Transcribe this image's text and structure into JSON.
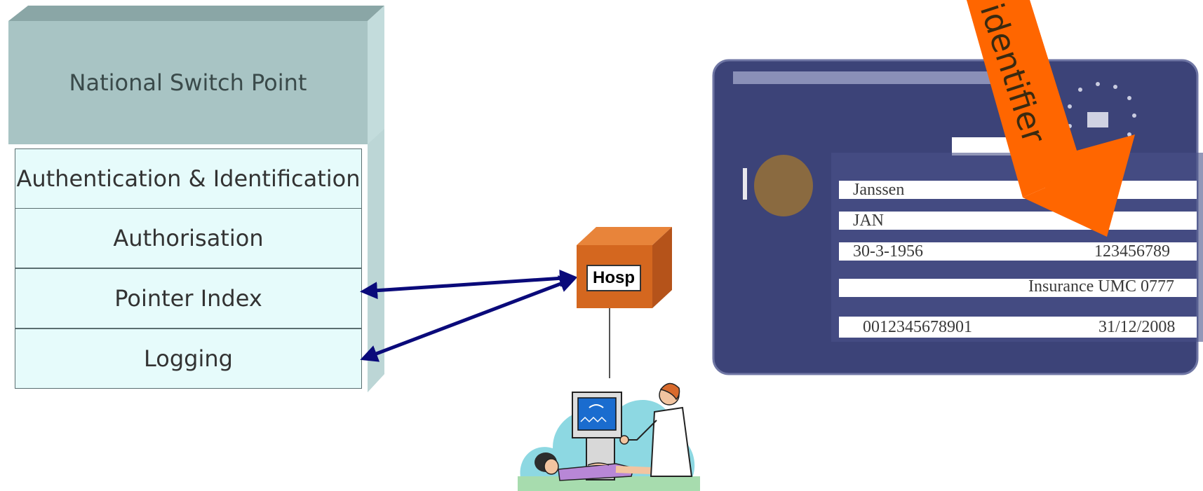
{
  "switch_point": {
    "title": "National Switch Point",
    "layers": [
      "Authentication & Identification",
      "Authorisation",
      "Pointer Index",
      "Logging"
    ]
  },
  "hospital": {
    "label": "Hosp"
  },
  "card": {
    "surname": "Janssen",
    "given_name": "JAN",
    "birth_date": "30-3-1956",
    "personal_id": "123456789",
    "institution": "Insurance UMC 0777",
    "card_number": "0012345678901",
    "expiry": "31/12/2008"
  },
  "arrow_label": "identifier",
  "colors": {
    "box_top": "#a8c4c4",
    "box_layer": "#e6fbfb",
    "link": "#0a0a7a",
    "hosp_cube": "#d4671f",
    "arrow": "#ff6600",
    "card": "#3c4378"
  }
}
